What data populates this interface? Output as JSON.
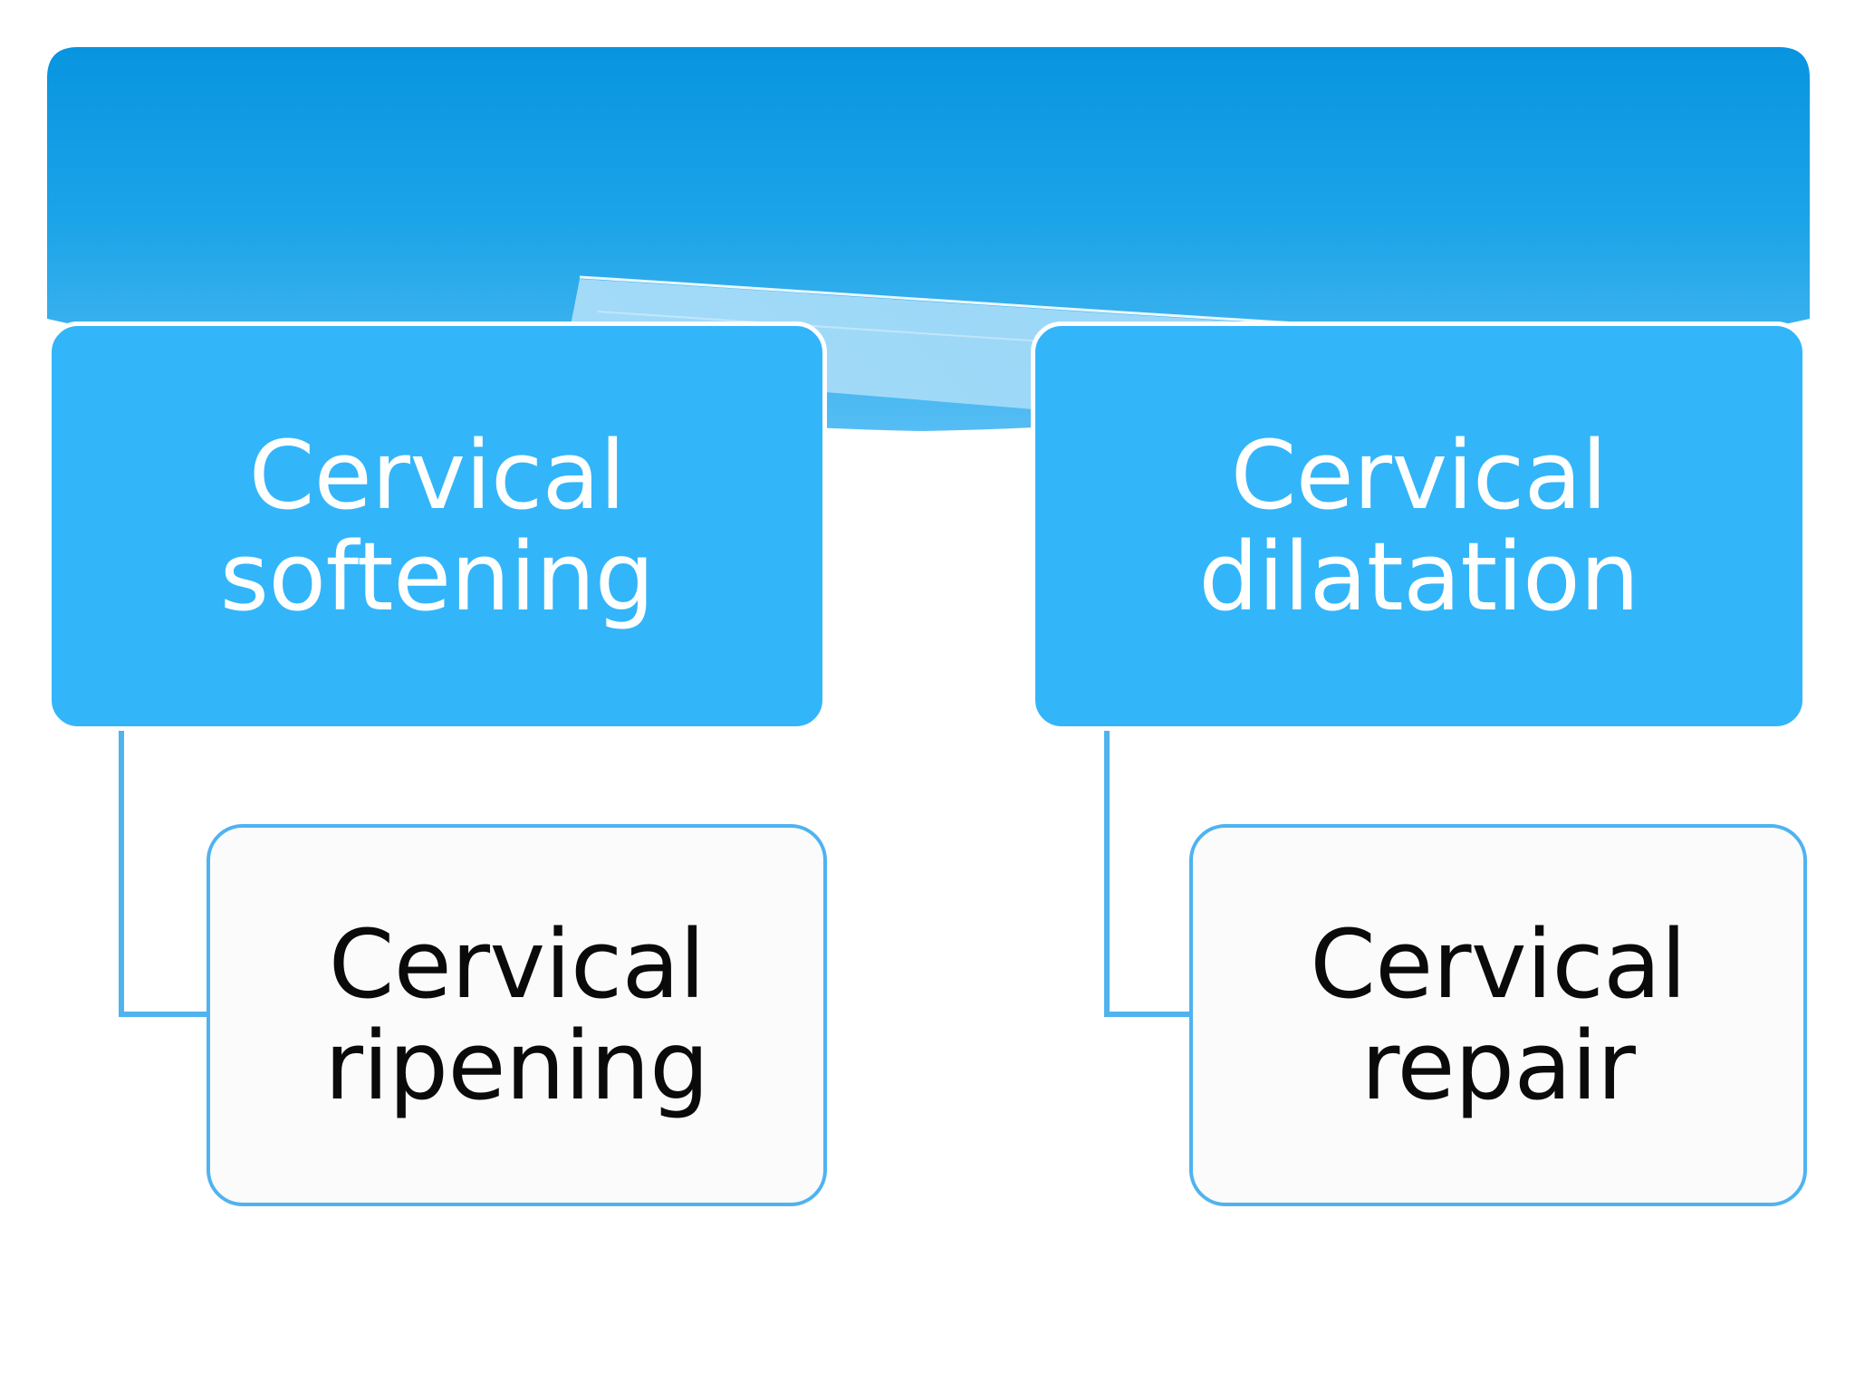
{
  "slide": {
    "background_color": "#ffffff",
    "banner": {
      "name": "decorative-blue-banner",
      "gradient_top_color": "#0894e0",
      "gradient_bottom_color": "#4cb9f2",
      "swoosh_color": "#9ed8f7",
      "swoosh_highlight_color": "#ffffff"
    }
  },
  "diagram": {
    "type": "hierarchy",
    "accent_color": "#33b5fa",
    "connector_color": "#4fb3ef",
    "primary_text_color": "#ffffff",
    "secondary_text_color": "#000000",
    "branches": [
      {
        "id": "left",
        "parent": {
          "label": "Cervical softening",
          "style": "primary"
        },
        "child": {
          "label": "Cervical ripening",
          "style": "secondary"
        }
      },
      {
        "id": "right",
        "parent": {
          "label": "Cervical dilatation",
          "style": "primary"
        },
        "child": {
          "label": "Cervical repair",
          "style": "secondary"
        }
      }
    ]
  }
}
